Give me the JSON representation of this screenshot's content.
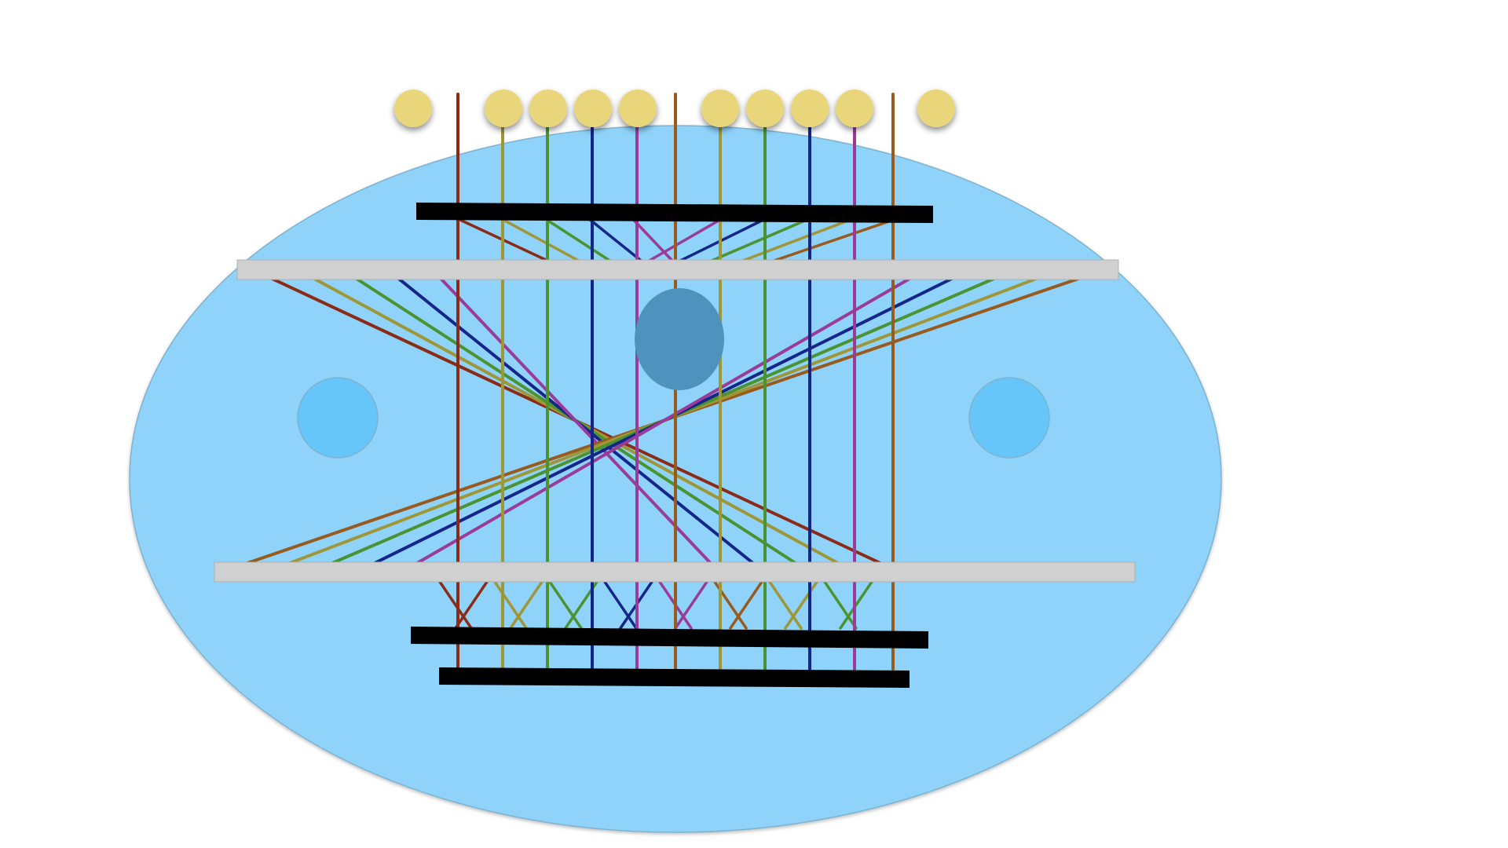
{
  "scene": {
    "background_color": "#ffffff",
    "board_color": "#8fd3fa",
    "board_edge_color": "#7fb2cf",
    "hub_color": "#4e93bd",
    "side_knob_color": "#66c5f9",
    "peg_color": "#ead67a",
    "bridge_color": "#d0d0d0",
    "bar_color": "#000000"
  },
  "string_colors": {
    "red": "#8b2a15",
    "olive": "#9e9637",
    "green": "#4b9330",
    "blue": "#15258a",
    "purple": "#9a3a99",
    "brown": "#995a1e"
  },
  "vertical_strings": [
    "red",
    "olive",
    "green",
    "blue",
    "purple",
    "brown",
    "olive",
    "green",
    "blue",
    "purple",
    "brown"
  ],
  "crossing_strings": {
    "left_group": [
      "red",
      "olive",
      "green",
      "blue",
      "purple"
    ],
    "right_group": [
      "brown",
      "olive",
      "green",
      "blue",
      "purple"
    ]
  },
  "peg_count": 10
}
